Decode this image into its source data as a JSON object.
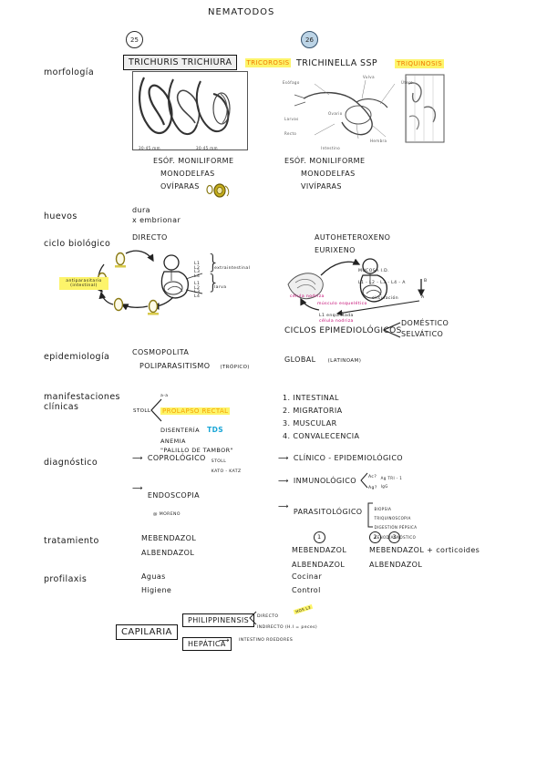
{
  "document": {
    "title": "NEMATODOS"
  },
  "columns": {
    "left_label_header": "",
    "trichuris": {
      "stamp": "25",
      "name": "TRICHURIS TRICHIURA",
      "disease": "TRICOROSIS"
    },
    "trichinella": {
      "stamp": "26",
      "name": "TRICHINELLA SSP",
      "disease": "TRIQUINOSIS"
    }
  },
  "rows": [
    {
      "label": "morfología",
      "trichuris": [
        "ESÓF. MONILIFORME",
        "MONODELFAS",
        "OVÍPARAS"
      ],
      "trichinella": [
        "ESÓF. MONILIFORME",
        "MONODELFAS",
        "VIVÍPARAS"
      ]
    },
    {
      "label": "huevos",
      "trichuris": [
        "dura",
        "x embrionar"
      ],
      "trichinella": []
    },
    {
      "label": "ciclo biológico",
      "trichuris": [
        "DIRECTO"
      ],
      "trichinella": [
        "AUTOHETEROXENO",
        "EURIXENO"
      ]
    },
    {
      "label": "epidemiología",
      "trichuris": [
        "COSMOPOLITA",
        "POLIPARASITISMO"
      ],
      "trichinella": [
        "GLOBAL"
      ]
    },
    {
      "label": "manifestaciones clínicas",
      "trichuris": [],
      "trichinella": []
    },
    {
      "label": "diagnóstico",
      "trichuris": [],
      "trichinella": []
    },
    {
      "label": "tratamiento",
      "trichuris": [
        "MEBENDAZOL",
        "ALBENDAZOL"
      ],
      "trichinella": []
    },
    {
      "label": "profilaxis",
      "trichuris": [
        "Aguas",
        "Higiene"
      ],
      "trichinella": [
        "Cocinar",
        "Control"
      ]
    }
  ],
  "morfologia": {
    "trichuris_scale_left": "30-45 mm",
    "trichuris_scale_right": "30-45 mm"
  },
  "huevos": {
    "line1": "dura",
    "line2": "x embrionar"
  },
  "ciclo_trichuris": {
    "type": "DIRECTO",
    "antiparasitic_note": "antiparasitario (intestinal)",
    "stage_l1": "L1",
    "branch_top": [
      "L1",
      "L2",
      "L3",
      "L4"
    ],
    "branch_top_label": "extraintestinal",
    "branch_bottom": [
      "L1",
      "L2",
      "L3",
      "L4"
    ],
    "branch_bottom_label": "larva",
    "arrow_top": "L1",
    "arrow_bottom": "L1"
  },
  "ciclo_trichinella": {
    "line1": "AUTOHETEROXENO",
    "line2": "EURIXENO",
    "muscle_label": "célula nodriza",
    "larva_label": "L1 enquistada",
    "larva_label2": "célula nodriza",
    "adult_note": "MUCOSA I.D.",
    "adult_chain": "L1 - L2 - L3 - L4 - A",
    "circulation": "circulación",
    "musculo_label": "músculo esquelético",
    "letter_a": "A",
    "letter_b": "B",
    "cycles_title": "CICLOS EPIMEDIOLÓGICOS",
    "cycle_items": [
      "DOMÉSTICO",
      "SELVÁTICO"
    ]
  },
  "epidemiologia": {
    "trichuris_line1": "COSMOPOLITA",
    "trichuris_line2": "POLIPARASITISMO",
    "trichuris_note": "(TRÓPICO)",
    "trichinella_line1": "GLOBAL",
    "trichinella_note": "(LATINOAM)"
  },
  "manifestaciones": {
    "trichuris_source": "STOLL",
    "trichuris_items": [
      {
        "text": "PROLAPSO RECTAL",
        "style": "highlight-yellow"
      },
      {
        "text": "DISENTERÍA",
        "suffix": "TDS",
        "style": "cyan-suffix"
      },
      {
        "text": "ANEMIA",
        "style": "plain"
      },
      {
        "text": "\"PALILLO DE TAMBOR\"",
        "style": "plain"
      }
    ],
    "trichuris_arrow_note": "a-a",
    "trichinella_items": [
      "1. INTESTINAL",
      "2. MIGRATORIA",
      "3. MUSCULAR",
      "4. CONVALECENCIA"
    ]
  },
  "diagnostico": {
    "trichuris": [
      {
        "main": "COPROLÓGICO",
        "notes": [
          "STOLL",
          "KATO - KATZ"
        ]
      },
      {
        "main": "ENDOSCOPIA",
        "notes": [
          "@ MORENO"
        ]
      }
    ],
    "trichinella": [
      {
        "main": "CLÍNICO - EPIDEMIOLÓGICO",
        "notes": []
      },
      {
        "main": "INMUNOLÓGICO",
        "notes": [
          "Ac?",
          "Ag?"
        ],
        "extra": [
          "Ag TRI - 1",
          "IgG"
        ]
      },
      {
        "main": "PARASITOLÓGICO",
        "notes": [
          "BIOPSIA",
          "TRIQUINOSCOPIA",
          "DIGESTIÓN PÉPSICA",
          "XENODIAGNÓSTICO"
        ]
      }
    ]
  },
  "tratamiento": {
    "trichuris": [
      "MEBENDAZOL",
      "ALBENDAZOL"
    ],
    "trichinella_phase1": {
      "marker": "1",
      "drugs": [
        "MEBENDAZOL",
        "ALBENDAZOL"
      ]
    },
    "trichinella_phase23": {
      "markers": [
        "2",
        "3"
      ],
      "drugs": [
        "MEBENDAZOL  +  corticoides",
        "ALBENDAZOL"
      ]
    }
  },
  "profilaxis": {
    "trichuris": [
      "Aguas",
      "Higiene"
    ],
    "trichinella": [
      "Cocinar",
      "Control"
    ]
  },
  "capilaria": {
    "title": "CAPILARIA",
    "species": [
      {
        "name": "PHILIPPINENSIS",
        "routes": [
          "DIRECTO",
          "INDIRECTO (H.I = peces)"
        ],
        "highlight": "HOS L3"
      },
      {
        "name": "HEPÁTICA",
        "routes": [
          "INTESTINO ROEDORES"
        ]
      }
    ]
  }
}
